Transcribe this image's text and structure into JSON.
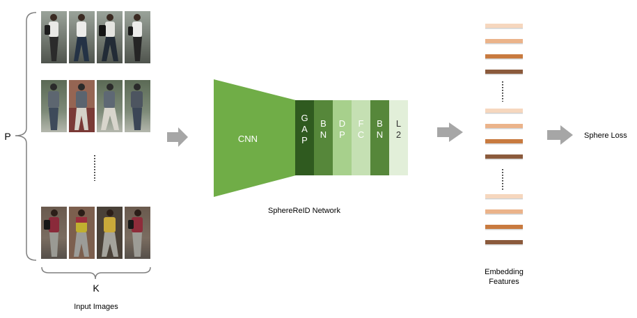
{
  "labels": {
    "p": "P",
    "k": "K",
    "input_images": "Input Images",
    "cnn": "CNN",
    "network": "SphereReID Network",
    "embedding_line1": "Embedding",
    "embedding_line2": "Features",
    "loss": "Sphere Loss"
  },
  "layers": [
    {
      "id": "gap",
      "chars": [
        "G",
        "A",
        "P"
      ],
      "fill": "#2f5a1f",
      "text_color": "#ffffff"
    },
    {
      "id": "bn1",
      "chars": [
        "B",
        "N"
      ],
      "fill": "#56873a",
      "text_color": "#ffffff"
    },
    {
      "id": "dp",
      "chars": [
        "D",
        "P"
      ],
      "fill": "#a7d08c",
      "text_color": "#ffffff"
    },
    {
      "id": "fc",
      "chars": [
        "F",
        "C"
      ],
      "fill": "#c5e0b3",
      "text_color": "#ffffff"
    },
    {
      "id": "bn2",
      "chars": [
        "B",
        "N"
      ],
      "fill": "#56873a",
      "text_color": "#ffffff"
    },
    {
      "id": "l2",
      "chars": [
        "L",
        "2"
      ],
      "fill": "#e2efd9",
      "text_color": "#333333"
    }
  ],
  "colors": {
    "cnn": "#70ad47",
    "arrow": "#a6a6a6",
    "bracket": "#7f7f7f",
    "bar_shades": [
      "#f6d7be",
      "#ebb38a",
      "#c87a3f",
      "#8b5a3c"
    ]
  }
}
